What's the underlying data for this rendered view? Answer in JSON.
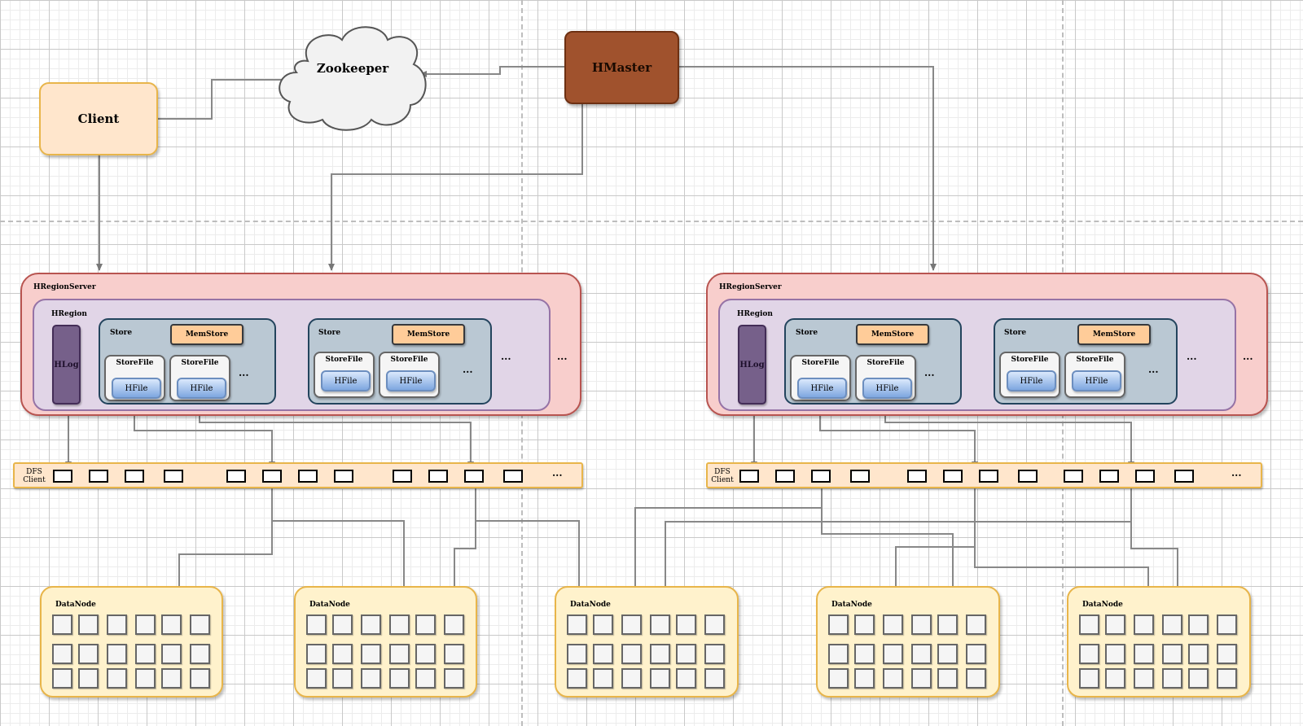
{
  "nodes": {
    "client": "Client",
    "zookeeper": "Zookeeper",
    "hmaster": "HMaster"
  },
  "servers": [
    {
      "title": "HRegionServer",
      "region_title": "HRegion",
      "hlog": "HLog",
      "stores": [
        {
          "title": "Store",
          "memstore": "MemStore",
          "storefiles": [
            {
              "label": "StoreFile",
              "hfile": "HFile"
            },
            {
              "label": "StoreFile",
              "hfile": "HFile"
            }
          ],
          "more": "..."
        },
        {
          "title": "Store",
          "memstore": "MemStore",
          "storefiles": [
            {
              "label": "StoreFile",
              "hfile": "HFile"
            },
            {
              "label": "StoreFile",
              "hfile": "HFile"
            }
          ],
          "more": "..."
        }
      ],
      "region_more": "...",
      "server_more": "...",
      "dfs_label": "DFS Client",
      "dfs_more": "..."
    },
    {
      "title": "HRegionServer",
      "region_title": "HRegion",
      "hlog": "HLog",
      "stores": [
        {
          "title": "Store",
          "memstore": "MemStore",
          "storefiles": [
            {
              "label": "StoreFile",
              "hfile": "HFile"
            },
            {
              "label": "StoreFile",
              "hfile": "HFile"
            }
          ],
          "more": "..."
        },
        {
          "title": "Store",
          "memstore": "MemStore",
          "storefiles": [
            {
              "label": "StoreFile",
              "hfile": "HFile"
            },
            {
              "label": "StoreFile",
              "hfile": "HFile"
            }
          ],
          "more": "..."
        }
      ],
      "region_more": "...",
      "server_more": "...",
      "dfs_label": "DFS Client",
      "dfs_more": "..."
    }
  ],
  "datanodes": [
    "DataNode",
    "DataNode",
    "DataNode",
    "DataNode",
    "DataNode"
  ],
  "colors": {
    "client": "#ffe6cc",
    "hmaster": "#a0522d",
    "regionserver": "#f8cecc",
    "region": "#e1d5e7",
    "store": "#bac8d3",
    "memstore": "#ffcc99",
    "hfile": "#7ea6e0",
    "hlog": "#76608a",
    "datanode": "#fff2cc"
  }
}
